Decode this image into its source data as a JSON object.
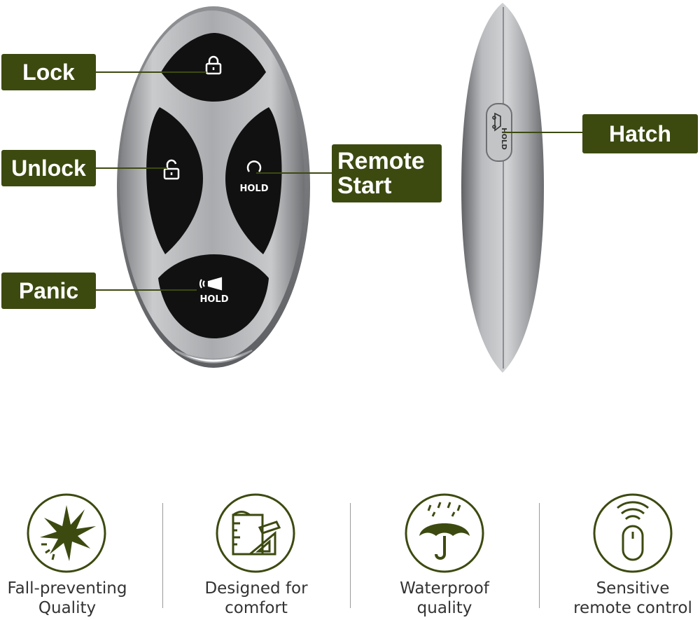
{
  "callouts": {
    "lock": "Lock",
    "unlock": "Unlock",
    "remote_start_line1": "Remote",
    "remote_start_line2": "Start",
    "panic": "Panic",
    "hatch": "Hatch"
  },
  "button_text": {
    "hold": "HOLD"
  },
  "features": [
    {
      "label_line1": "Fall-preventing",
      "label_line2": "Quality",
      "icon": "impact-burst-icon"
    },
    {
      "label_line1": "Designed for",
      "label_line2": "comfort",
      "icon": "design-tools-icon"
    },
    {
      "label_line1": "Waterproof",
      "label_line2": "quality",
      "icon": "umbrella-rain-icon"
    },
    {
      "label_line1": "Sensitive",
      "label_line2": "remote control",
      "icon": "remote-signal-icon"
    }
  ],
  "colors": {
    "brand_green": "#3c4a10",
    "fob_silver": "#a7a9ab",
    "button_black": "#111111"
  }
}
